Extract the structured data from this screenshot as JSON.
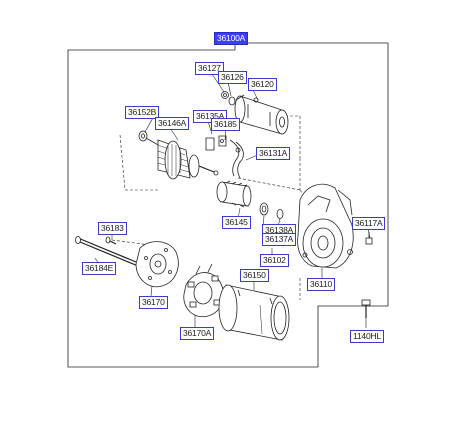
{
  "colors": {
    "accent": "#3d3dff",
    "label_border": "#3a3ad0",
    "line": "#222222"
  },
  "labels": {
    "p36100A": "36100A",
    "p36127": "36127",
    "p36126": "36126",
    "p36120": "36120",
    "p36152B": "36152B",
    "p36146A": "36146A",
    "p36135A": "36135A",
    "p36185": "36185",
    "p36131A": "36131A",
    "p36117A": "36117A",
    "p36145": "36145",
    "p36138A": "36138A",
    "p36137A": "36137A",
    "p36102": "36102",
    "p36183": "36183",
    "p36184E": "36184E",
    "p36170": "36170",
    "p36150": "36150",
    "p36110": "36110",
    "p36170A": "36170A",
    "p1140HL": "1140HL"
  }
}
